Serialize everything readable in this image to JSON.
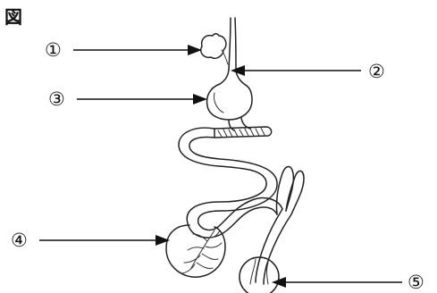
{
  "figure": {
    "title": "図",
    "labels": {
      "l1": "①",
      "l2": "②",
      "l3": "③",
      "l4": "④",
      "l5": "⑤"
    }
  }
}
